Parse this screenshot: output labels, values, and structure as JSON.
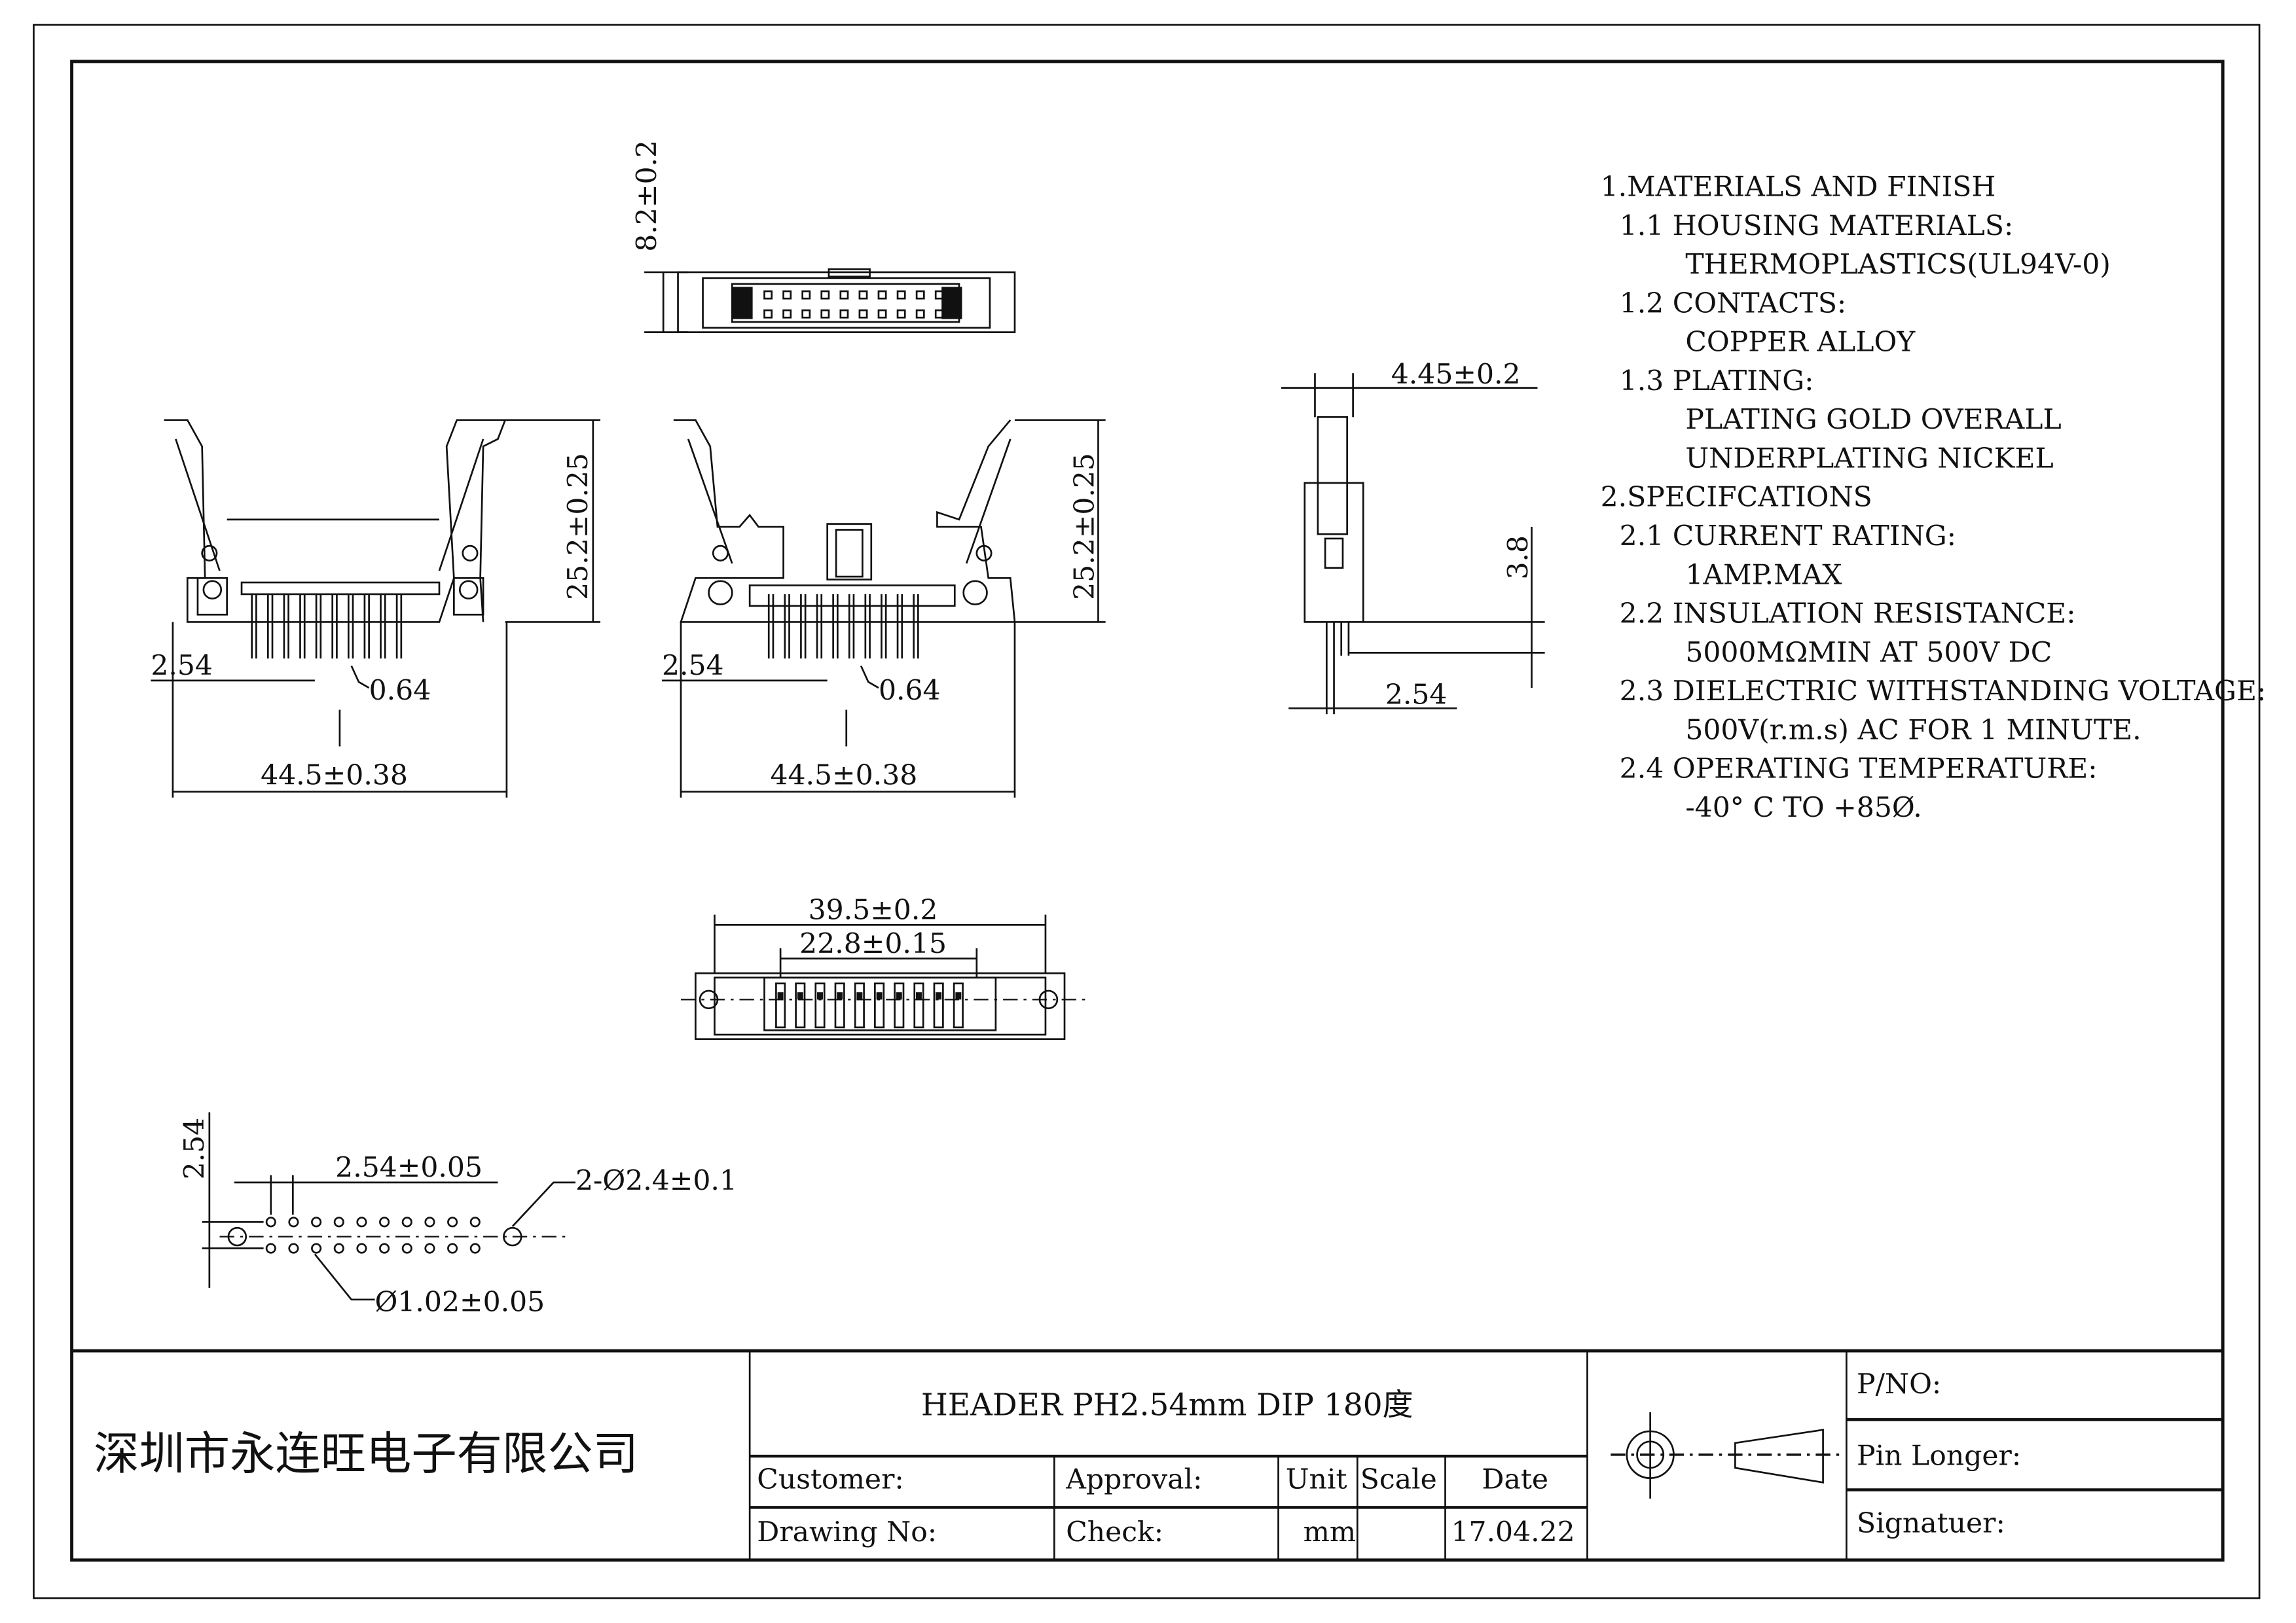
{
  "dimensions": {
    "top_height": "8.2±0.2",
    "front_height_left": "25.2±0.25",
    "front_height_right": "25.2±0.25",
    "pitch_left": "2.54",
    "pitch_right": "2.54",
    "pin_width_left": "0.64",
    "pin_width_right": "0.64",
    "length_left": "44.5±0.38",
    "length_right": "44.5±0.38",
    "side_width": "4.45±0.2",
    "side_height": "3.8",
    "side_pitch": "2.54",
    "bottom_outer": "39.5±0.2",
    "bottom_inner": "22.8±0.15",
    "pcb_row_pitch": "2.54",
    "pcb_pitch": "2.54±0.05",
    "pcb_mount_hole": "2-Ø2.4±0.1",
    "pcb_pin_hole": "Ø1.02±0.05"
  },
  "notes": [
    "1.MATERIALS AND FINISH",
    "1.1 HOUSING MATERIALS:",
    "THERMOPLASTICS(UL94V-0)",
    "1.2 CONTACTS:",
    "COPPER ALLOY",
    "1.3 PLATING:",
    "PLATING GOLD OVERALL",
    "UNDERPLATING NICKEL",
    "2.SPECIFCATIONS",
    "2.1 CURRENT RATING:",
    "1AMP.MAX",
    "2.2 INSULATION RESISTANCE:",
    "5000MΩMIN AT 500V DC",
    "2.3 DIELECTRIC WITHSTANDING VOLTAGE:",
    "500V(r.m.s) AC FOR 1 MINUTE.",
    "2.4 OPERATING TEMPERATURE:",
    "-40° C TO +85Ø."
  ],
  "title_block": {
    "company": "深圳市永连旺电子有限公司",
    "title": "HEADER PH2.54mm DIP 180度",
    "customer_label": "Customer:",
    "approval_label": "Approval:",
    "unit_label": "Unit",
    "scale_label": "Scale",
    "date_label": "Date",
    "drawing_no_label": "Drawing No:",
    "check_label": "Check:",
    "unit_value": "mm",
    "date_value": "17.04.22",
    "pno_label": "P/NO:",
    "pin_longer_label": "Pin Longer:",
    "signature_label": "Signatuer:"
  }
}
